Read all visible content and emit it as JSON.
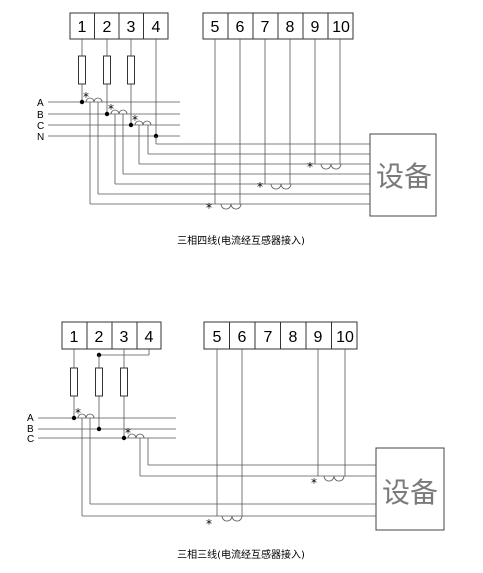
{
  "diagrams": [
    {
      "id": "four-wire",
      "terminals": [
        "1",
        "2",
        "3",
        "4",
        "5",
        "6",
        "7",
        "8",
        "9",
        "10"
      ],
      "phases": [
        "A",
        "B",
        "C",
        "N"
      ],
      "device_label": "设备",
      "caption": "三相四线(电流经互感器接入)"
    },
    {
      "id": "three-wire",
      "terminals": [
        "1",
        "2",
        "3",
        "4",
        "5",
        "6",
        "7",
        "8",
        "9",
        "10"
      ],
      "phases": [
        "A",
        "B",
        "C"
      ],
      "device_label": "设备",
      "caption": "三相三线(电流经互感器接入)"
    }
  ],
  "polarity_mark": "*"
}
